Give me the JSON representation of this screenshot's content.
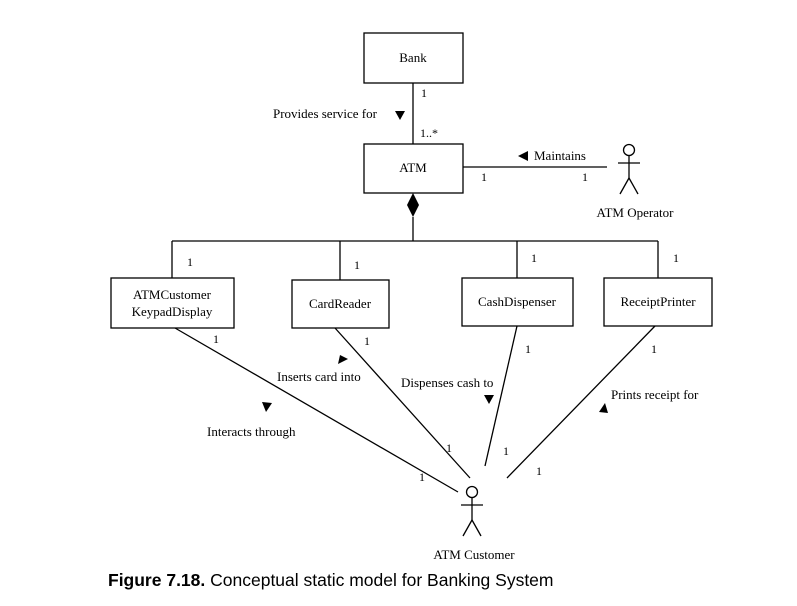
{
  "classes": {
    "bank": "Bank",
    "atm": "ATM",
    "keypad_line1": "ATMCustomer",
    "keypad_line2": "KeypadDisplay",
    "card_reader": "CardReader",
    "cash_dispenser": "CashDispenser",
    "receipt_printer": "ReceiptPrinter"
  },
  "actors": {
    "operator": "ATM Operator",
    "customer": "ATM Customer"
  },
  "associations": {
    "provides": "Provides service for",
    "maintains": "Maintains",
    "interacts": "Interacts through",
    "inserts": "Inserts card into",
    "dispenses": "Dispenses cash to",
    "prints": "Prints receipt for"
  },
  "multiplicities": {
    "bank_atm": "1",
    "atm_bank": "1..*",
    "atm_operator": "1",
    "operator_atm": "1",
    "keypad_top": "1",
    "reader_top": "1",
    "dispenser_top": "1",
    "printer_top": "1",
    "keypad_bottom": "1",
    "reader_bottom": "1",
    "dispenser_bottom": "1",
    "printer_bottom": "1",
    "cust_keypad": "1",
    "cust_reader": "1",
    "cust_dispenser": "1",
    "cust_printer": "1"
  },
  "caption": {
    "number": "Figure 7.18.",
    "text": " Conceptual static model for Banking System"
  }
}
